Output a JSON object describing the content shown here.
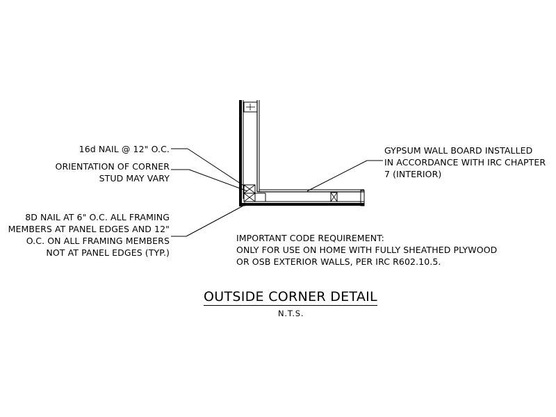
{
  "callouts": {
    "nail_16d": [
      "16d NAIL @ 12\" O.C."
    ],
    "corner_stud": [
      "ORIENTATION OF CORNER",
      "STUD MAY VARY"
    ],
    "nail_8d": [
      "8D NAIL AT 6\" O.C. ALL FRAMING",
      "MEMBERS AT PANEL EDGES AND 12\"",
      "O.C. ON ALL FRAMING MEMBERS",
      "NOT AT PANEL EDGES (TYP.)"
    ],
    "gypsum": [
      "GYPSUM WALL BOARD INSTALLED",
      "IN ACCORDANCE WITH IRC CHAPTER",
      "7 (INTERIOR)"
    ]
  },
  "code_note": [
    "IMPORTANT CODE REQUIREMENT:",
    "ONLY FOR USE ON HOME WITH FULLY SHEATHED PLYWOOD",
    "OR OSB EXTERIOR WALLS, PER IRC R602.10.5."
  ],
  "title": "OUTSIDE CORNER DETAIL",
  "scale_note": "N.T.S."
}
